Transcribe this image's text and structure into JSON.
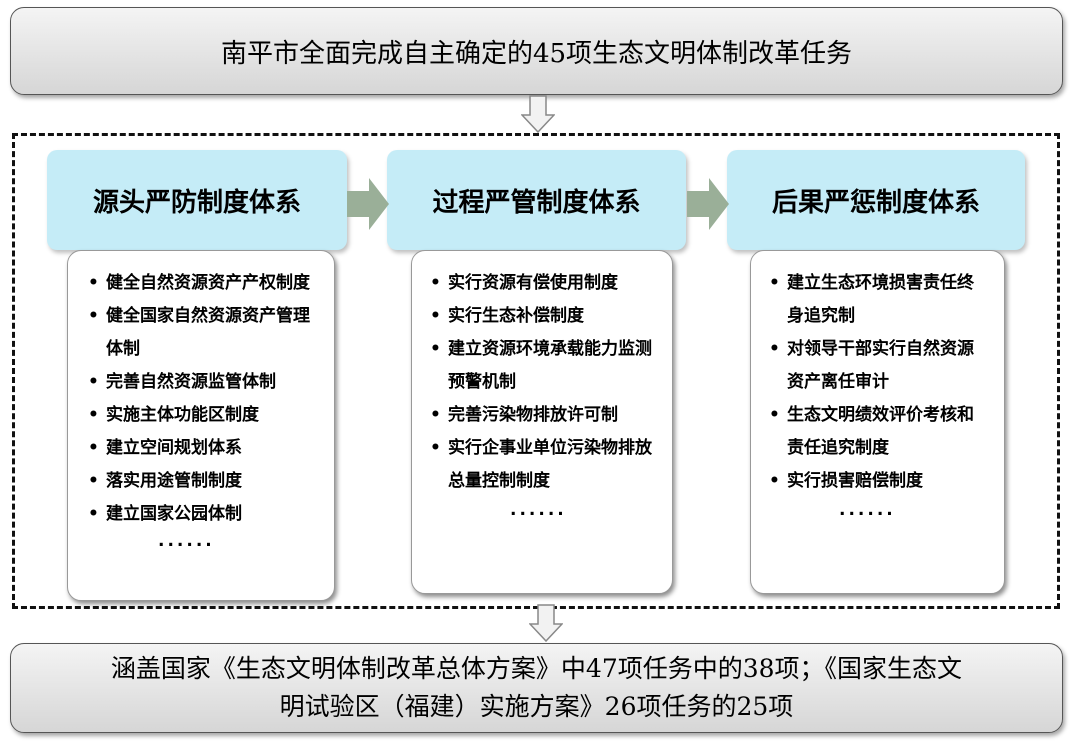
{
  "top_banner": "南平市全面完成自主确定的45项生态文明体制改革任务",
  "columns": [
    {
      "header": "源头严防制度体系",
      "items": [
        "健全自然资源资产产权制度",
        "健全国家自然资源资产管理体制",
        "完善自然资源监管体制",
        "实施主体功能区制度",
        "建立空间规划体系",
        "落实用途管制制度",
        "建立国家公园体制"
      ],
      "ellipsis": "......"
    },
    {
      "header": "过程严管制度体系",
      "items": [
        "实行资源有偿使用制度",
        "实行生态补偿制度",
        "建立资源环境承载能力监测预警机制",
        "完善污染物排放许可制",
        "实行企事业单位污染物排放总量控制制度"
      ],
      "ellipsis": "......"
    },
    {
      "header": "后果严惩制度体系",
      "items": [
        "建立生态环境损害责任终身追究制",
        "对领导干部实行自然资源资产离任审计",
        "生态文明绩效评价考核和责任追究制度",
        "实行损害赔偿制度"
      ],
      "ellipsis": "......"
    }
  ],
  "bottom_banner": {
    "line1": "涵盖国家《生态文明体制改革总体方案》中47项任务中的38项；《国家生态文",
    "line2": "明试验区（福建）实施方案》26项任务的25项"
  },
  "bullet_glyph": "•",
  "colors": {
    "header_fill": "#c5ecf7",
    "arrow_fill": "#9aaf98",
    "banner_fill": "#e2e2e2",
    "dashed_border": "#111111"
  }
}
